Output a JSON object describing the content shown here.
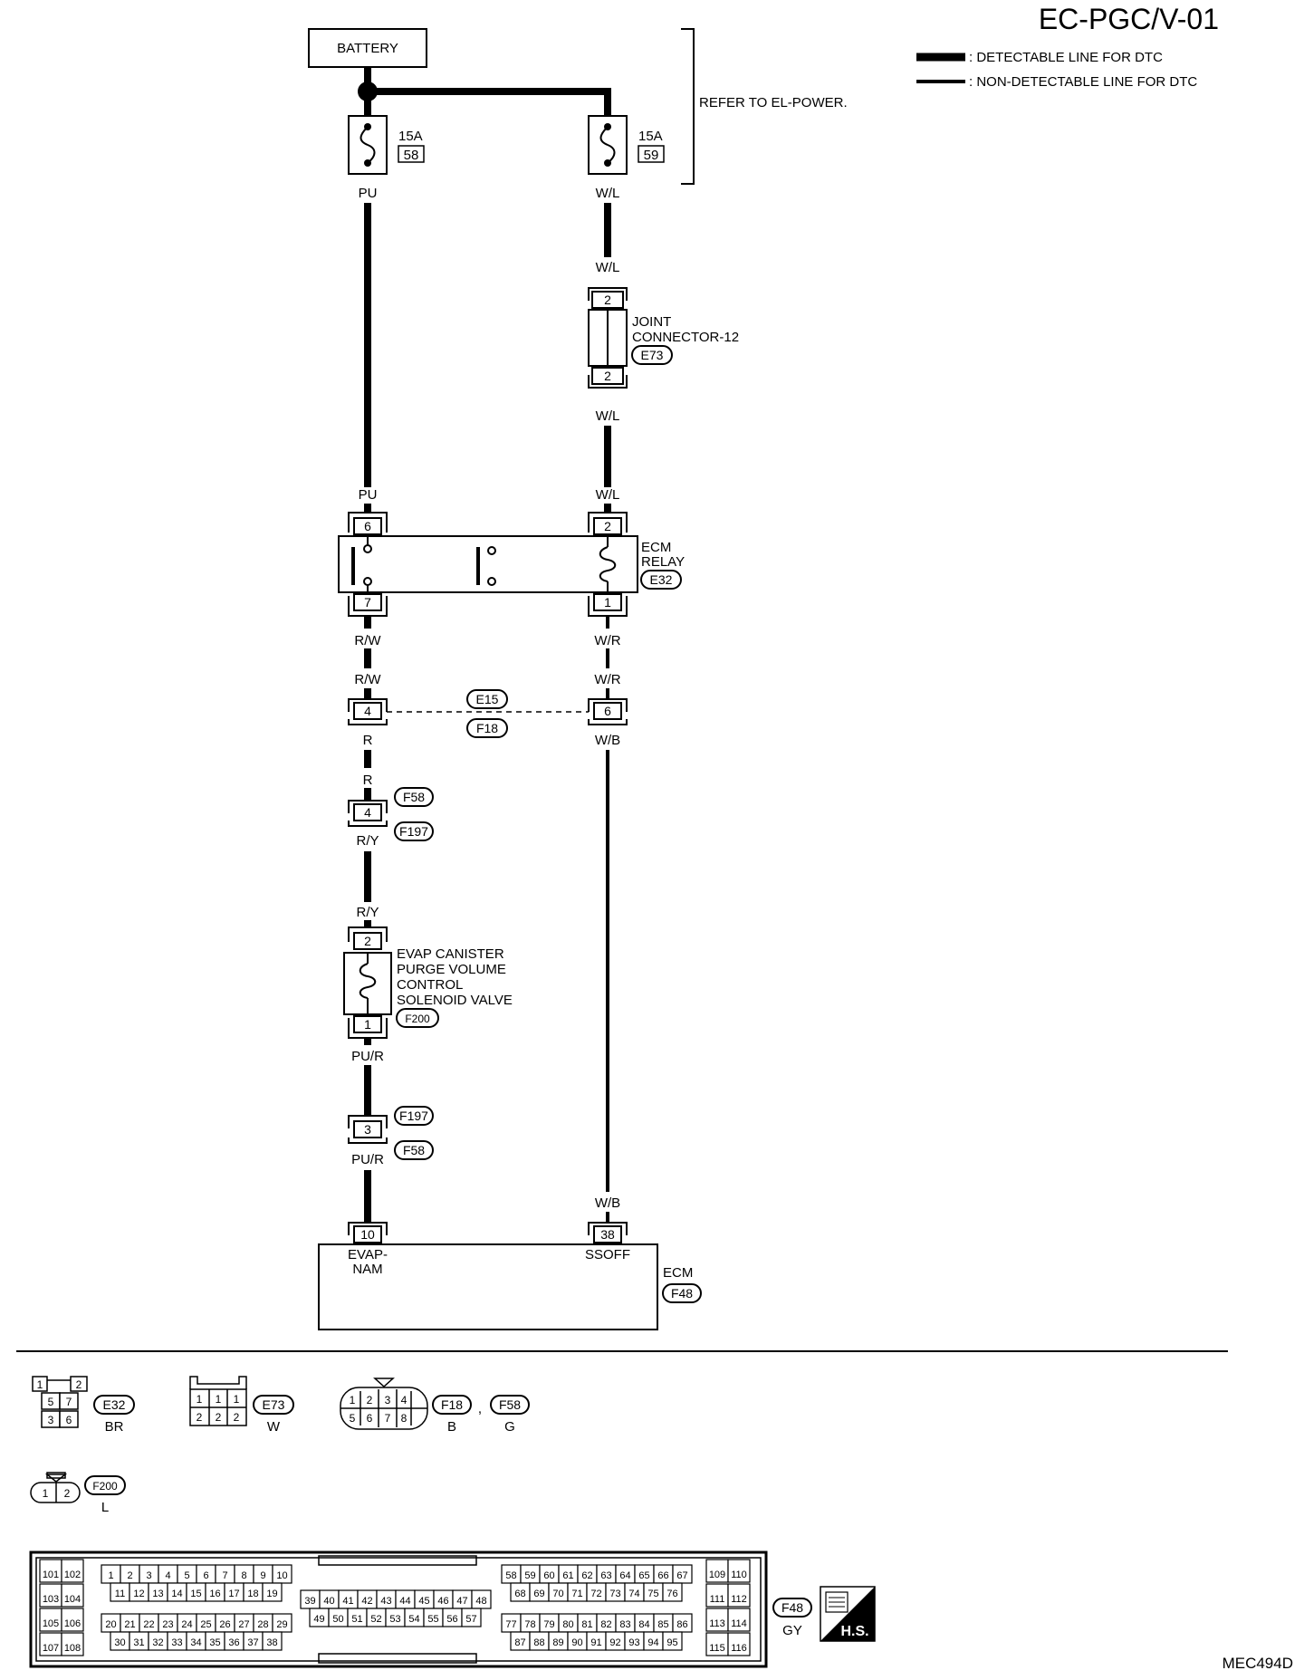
{
  "header": {
    "title": "EC-PGC/V-01",
    "legend": [
      {
        "label": ": DETECTABLE LINE FOR DTC",
        "style": "thick"
      },
      {
        "label": ": NON-DETECTABLE LINE FOR DTC",
        "style": "thin"
      }
    ],
    "refer_note": "REFER TO EL-POWER.",
    "figure_code": "MEC494D"
  },
  "power": {
    "battery_label": "BATTERY",
    "fuses": [
      {
        "amp": "15A",
        "number": "58",
        "wire": "PU"
      },
      {
        "amp": "15A",
        "number": "59",
        "wire": "W/L"
      }
    ]
  },
  "joint_connector": {
    "name_line1": "JOINT",
    "name_line2": "CONNECTOR-12",
    "connector": "E73",
    "pin_top": "2",
    "pin_bottom": "2",
    "wire_in": "W/L",
    "wire_out": "W/L"
  },
  "ecm_relay": {
    "name_line1": "ECM",
    "name_line2": "RELAY",
    "connector": "E32",
    "wire_left_in": "PU",
    "wire_right_in": "W/L",
    "pin_left_top": "6",
    "pin_right_top": "2",
    "pin_left_bottom": "7",
    "pin_right_bottom": "1",
    "wire_left_out": "R/W",
    "wire_right_out": "W/R"
  },
  "junction_e15_f18": {
    "conn_top": "E15",
    "conn_bottom": "F18",
    "pin_left": "4",
    "pin_right": "6",
    "wire_left_in": "R/W",
    "wire_right_in": "W/R",
    "wire_left_out": "R",
    "wire_right_out": "W/B"
  },
  "junction_f58_f197_upper": {
    "conn_top": "F58",
    "conn_bottom": "F197",
    "pin": "4",
    "wire_in": "R",
    "wire_out": "R/Y"
  },
  "evap_valve": {
    "name_line1": "EVAP CANISTER",
    "name_line2": "PURGE VOLUME",
    "name_line3": "CONTROL",
    "name_line4": "SOLENOID VALVE",
    "connector": "F200",
    "wire_in": "R/Y",
    "pin_top": "2",
    "pin_bottom": "1",
    "wire_out": "PU/R"
  },
  "junction_f197_f58_lower": {
    "conn_top": "F197",
    "conn_bottom": "F58",
    "pin": "3",
    "wire_out": "PU/R"
  },
  "ecm": {
    "name": "ECM",
    "connector": "F48",
    "wire_right_in": "W/B",
    "pin_left": "10",
    "pin_right": "38",
    "term_left_line1": "EVAP-",
    "term_left_line2": "NAM",
    "term_right": "SSOFF"
  },
  "connector_views": {
    "e32": {
      "cells": [
        "1",
        "2",
        "5",
        "7",
        "3",
        "6"
      ],
      "label": "E32",
      "color": "BR"
    },
    "e73": {
      "cells": [
        "1",
        "1",
        "1",
        "2",
        "2",
        "2"
      ],
      "label": "E73",
      "color": "W"
    },
    "f18_f58": {
      "cells": [
        "1",
        "2",
        "3",
        "4",
        "5",
        "6",
        "7",
        "8"
      ],
      "label1": "F18",
      "sep": ",",
      "label2": "F58",
      "color1": "B",
      "color2": "G"
    },
    "f200": {
      "cells": [
        "1",
        "2"
      ],
      "label": "F200",
      "color": "L"
    },
    "f48": {
      "label": "F48",
      "color": "GY",
      "hs": "H.S.",
      "left_pins": [
        "101",
        "102",
        "103",
        "104",
        "105",
        "106",
        "107",
        "108"
      ],
      "right_pins": [
        "109",
        "110",
        "111",
        "112",
        "113",
        "114",
        "115",
        "116"
      ],
      "row1": [
        "1",
        "2",
        "3",
        "4",
        "5",
        "6",
        "7",
        "8",
        "9",
        "10"
      ],
      "row2": [
        "11",
        "12",
        "13",
        "14",
        "15",
        "16",
        "17",
        "18",
        "19"
      ],
      "row3": [
        "20",
        "21",
        "22",
        "23",
        "24",
        "25",
        "26",
        "27",
        "28",
        "29"
      ],
      "row4": [
        "30",
        "31",
        "32",
        "33",
        "34",
        "35",
        "36",
        "37",
        "38"
      ],
      "mid1": [
        "39",
        "40",
        "41",
        "42",
        "43",
        "44",
        "45",
        "46",
        "47",
        "48"
      ],
      "mid2": [
        "49",
        "50",
        "51",
        "52",
        "53",
        "54",
        "55",
        "56",
        "57"
      ],
      "r1": [
        "58",
        "59",
        "60",
        "61",
        "62",
        "63",
        "64",
        "65",
        "66",
        "67"
      ],
      "r2": [
        "68",
        "69",
        "70",
        "71",
        "72",
        "73",
        "74",
        "75",
        "76"
      ],
      "r3": [
        "77",
        "78",
        "79",
        "80",
        "81",
        "82",
        "83",
        "84",
        "85",
        "86"
      ],
      "r4": [
        "87",
        "88",
        "89",
        "90",
        "91",
        "92",
        "93",
        "94",
        "95"
      ]
    }
  }
}
